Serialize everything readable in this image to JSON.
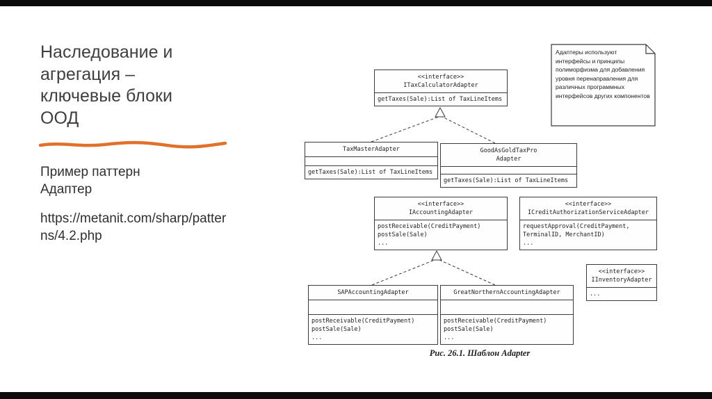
{
  "slide": {
    "title": "Наследование и агрегация – ключевые блоки ООД",
    "subtitle": "Пример паттерн Адаптер",
    "link": "https://metanit.com/sharp/patterns/4.2.php",
    "accent_color": "#e0702a"
  },
  "diagram": {
    "note": "Адаптеры используют интерфейсы и принципы полиморфизма для добавления уровня перенаправления для различных программных интерфейсов других компонентов",
    "caption": "Рис. 26.1. Шаблон Adapter",
    "classes": [
      {
        "stereotype": "<<interface>>",
        "name": "ITaxCalculatorAdapter",
        "methods": [
          "getTaxes(Sale):List of TaxLineItems"
        ]
      },
      {
        "name": "TaxMasterAdapter",
        "methods": [
          "getTaxes(Sale):List of TaxLineItems"
        ]
      },
      {
        "name": "GoodAsGoldTaxPro\nAdapter",
        "methods": [
          "getTaxes(Sale):List of TaxLineItems"
        ]
      },
      {
        "stereotype": "<<interface>>",
        "name": "IAccountingAdapter",
        "methods": [
          "postReceivable(CreditPayment)",
          "postSale(Sale)",
          "..."
        ]
      },
      {
        "stereotype": "<<interface>>",
        "name": "ICreditAuthorizationServiceAdapter",
        "methods": [
          "requestApproval(CreditPayment, TerminalID, MerchantID)",
          "..."
        ]
      },
      {
        "stereotype": "<<interface>>",
        "name": "IInventoryAdapter",
        "methods": [
          "..."
        ]
      },
      {
        "name": "SAPAccountingAdapter",
        "methods": [
          "postReceivable(CreditPayment)",
          "postSale(Sale)",
          "..."
        ]
      },
      {
        "name": "GreatNorthernAccountingAdapter",
        "methods": [
          "postReceivable(CreditPayment)",
          "postSale(Sale)",
          "..."
        ]
      }
    ]
  }
}
